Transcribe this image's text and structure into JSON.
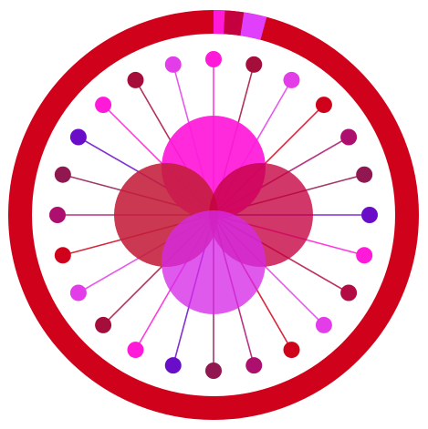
{
  "ring": {
    "color": "#d0021b",
    "segments": [
      {
        "color": "#ff1ad9",
        "start_deg": 0,
        "end_deg": 3.2
      },
      {
        "color": "#c4003f",
        "start_deg": 3.2,
        "end_deg": 8.5
      },
      {
        "color": "#e040fb",
        "start_deg": 8.5,
        "end_deg": 15
      }
    ]
  },
  "petals": [
    {
      "name": "top",
      "color": "#ff1ad9",
      "opacity": 0.93
    },
    {
      "name": "left",
      "color": "#c41d3a",
      "opacity": 0.88
    },
    {
      "name": "right",
      "color": "#c4003f",
      "opacity": 0.78
    },
    {
      "name": "bottom",
      "color": "#d62ae8",
      "opacity": 0.78
    }
  ],
  "nodes": [
    {
      "color": "#ff1ad9"
    },
    {
      "color": "#a50e3b"
    },
    {
      "color": "#e23de8"
    },
    {
      "color": "#d0021b"
    },
    {
      "color": "#ad0f6f"
    },
    {
      "color": "#90174f"
    },
    {
      "color": "#6a0dc9"
    },
    {
      "color": "#ff1ad9"
    },
    {
      "color": "#b30c45"
    },
    {
      "color": "#e23de8"
    },
    {
      "color": "#d0021b"
    },
    {
      "color": "#ad0f6f"
    },
    {
      "color": "#90174f"
    },
    {
      "color": "#6a0dc9"
    },
    {
      "color": "#ff1ad9"
    },
    {
      "color": "#a50e3b"
    },
    {
      "color": "#e23de8"
    },
    {
      "color": "#d0021b"
    },
    {
      "color": "#ad0f6f"
    },
    {
      "color": "#90174f"
    },
    {
      "color": "#6a0dc9"
    },
    {
      "color": "#ff1ad9"
    },
    {
      "color": "#a50e3b"
    },
    {
      "color": "#e23de8"
    }
  ]
}
